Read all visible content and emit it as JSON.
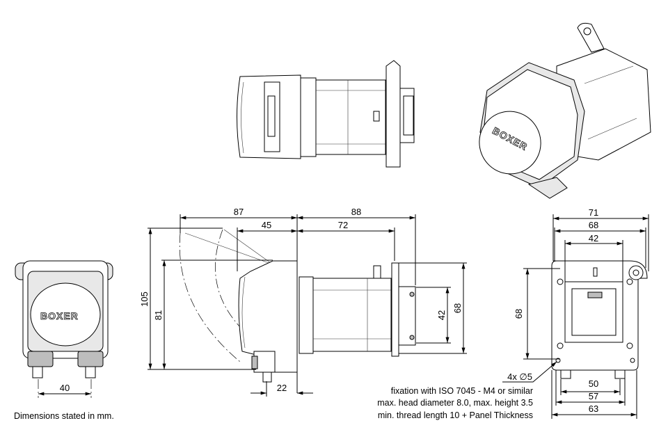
{
  "title": "BOXER pump dimensional drawing",
  "brand_logo": "BOXER",
  "side_view": {
    "dim_overall_head": "87",
    "dim_overall_motor": "88",
    "dim_head_depth": "45",
    "dim_motor_length": "72",
    "dim_height_open": "105",
    "dim_height": "81",
    "dim_motor_square": "42",
    "dim_flange": "68",
    "dim_connector_offset": "22"
  },
  "front_view": {
    "dim_connector_spacing": "40"
  },
  "rear_view": {
    "dim_width_71": "71",
    "dim_width_68": "68",
    "dim_width_42": "42",
    "dim_height_68": "68",
    "dim_hole": "4x  ∅5",
    "dim_50": "50",
    "dim_57": "57",
    "dim_63": "63"
  },
  "notes": {
    "units": "Dimensions stated in mm.",
    "fixation_line1": "fixation with ISO 7045 - M4 or similar",
    "fixation_line2": "max. head diameter 8.0, max. height  3.5",
    "fixation_line3": "min. thread length 10 + Panel Thickness"
  }
}
